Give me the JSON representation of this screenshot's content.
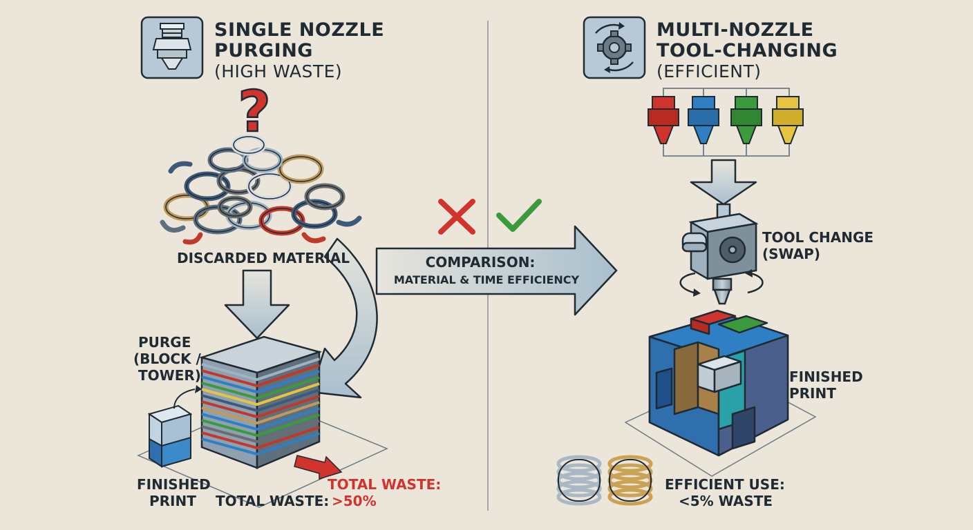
{
  "left_panel": {
    "title_line1": "SINGLE NOZZLE",
    "title_line2": "PURGING",
    "subtitle": "(HIGH WASTE)",
    "question_mark": "?",
    "discarded_label": "DISCARDED MATERIAL",
    "purge_line1": "PURGE",
    "purge_line2": "(BLOCK /",
    "purge_line3": "TOWER)",
    "finished_line1": "FINISHED",
    "finished_line2": "PRINT",
    "total_waste_red": "TOTAL WASTE:",
    "total_waste_label": "TOTAL WASTE:",
    "total_waste_value": ">50%"
  },
  "center": {
    "comparison_line1": "COMPARISON:",
    "comparison_line2": "MATERIAL & TIME EFFICIENCY"
  },
  "right_panel": {
    "title_line1": "MULTI-NOZZLE",
    "title_line2": "TOOL-CHANGING",
    "subtitle": "(EFFICIENT)",
    "tool_change_line1": "TOOL CHANGE",
    "tool_change_line2": "(SWAP)",
    "finished_line1": "FINISHED",
    "finished_line2": "PRINT",
    "efficient_line1": "EFFICIENT USE:",
    "efficient_line2": "<5% WASTE"
  },
  "colors": {
    "background": "#ece6da",
    "ink": "#1f2a33",
    "red": "#d0342c",
    "green": "#3a9a3c",
    "blue": "#2f7fc4",
    "yellow": "#e6c440",
    "arrow": "#b9cad7"
  },
  "icons": [
    "nozzle-icon",
    "gear-cycle-icon",
    "cross-icon",
    "check-icon"
  ]
}
